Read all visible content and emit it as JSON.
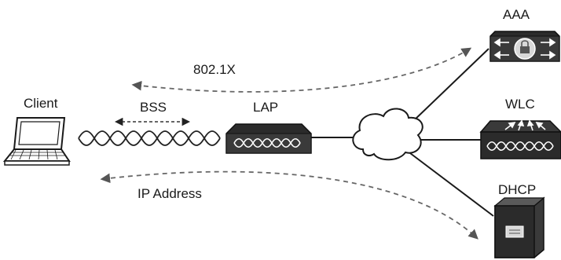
{
  "labels": {
    "client": "Client",
    "bss": "BSS",
    "lap": "LAP",
    "dot1x": "802.1X",
    "ip_address": "IP Address",
    "aaa": "AAA",
    "wlc": "WLC",
    "dhcp": "DHCP"
  },
  "nodes": [
    {
      "id": "client",
      "icon": "laptop-icon"
    },
    {
      "id": "lap",
      "icon": "access-point-icon"
    },
    {
      "id": "network",
      "icon": "cloud-icon"
    },
    {
      "id": "aaa",
      "icon": "aaa-server-icon"
    },
    {
      "id": "wlc",
      "icon": "wireless-lan-controller-icon"
    },
    {
      "id": "dhcp",
      "icon": "dhcp-server-icon"
    }
  ],
  "colors": {
    "stroke": "#1a1a1a",
    "device_fill": "#2b2b2b",
    "device_face": "#4a4a4a",
    "dashed": "#666666",
    "cloud_fill": "#ffffff"
  }
}
